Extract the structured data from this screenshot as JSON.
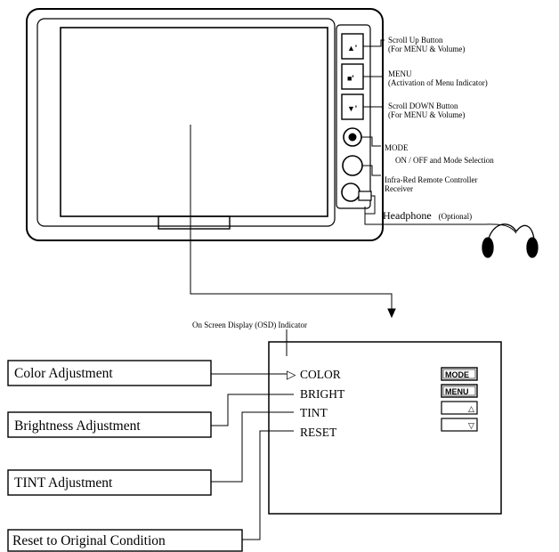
{
  "monitor_labels": {
    "scroll_up": [
      "Scroll Up Button",
      "(For MENU & Volume)"
    ],
    "menu": [
      "MENU",
      "(Activation of Menu Indicator)"
    ],
    "scroll_down": [
      "Scroll DOWN Button",
      "(For MENU & Volume)"
    ],
    "mode": [
      "MODE",
      "ON / OFF and Mode Selection"
    ],
    "infrared": [
      "Infra-Red Remote Controller",
      "Receiver"
    ],
    "headphone": [
      "Headphone",
      "(Optional)"
    ]
  },
  "osd_indicator_label": "On Screen Display (OSD) Indicator",
  "osd_menu": {
    "pointer": "▷",
    "items": [
      "COLOR",
      "BRIGHT",
      "TINT",
      "RESET"
    ],
    "buttons": [
      "MODE",
      "MENU",
      "△",
      "▽"
    ]
  },
  "callouts": {
    "color": "Color Adjustment",
    "brightness": "Brightness Adjustment",
    "tint": "TINT Adjustment",
    "reset": "Reset to Original Condition"
  }
}
